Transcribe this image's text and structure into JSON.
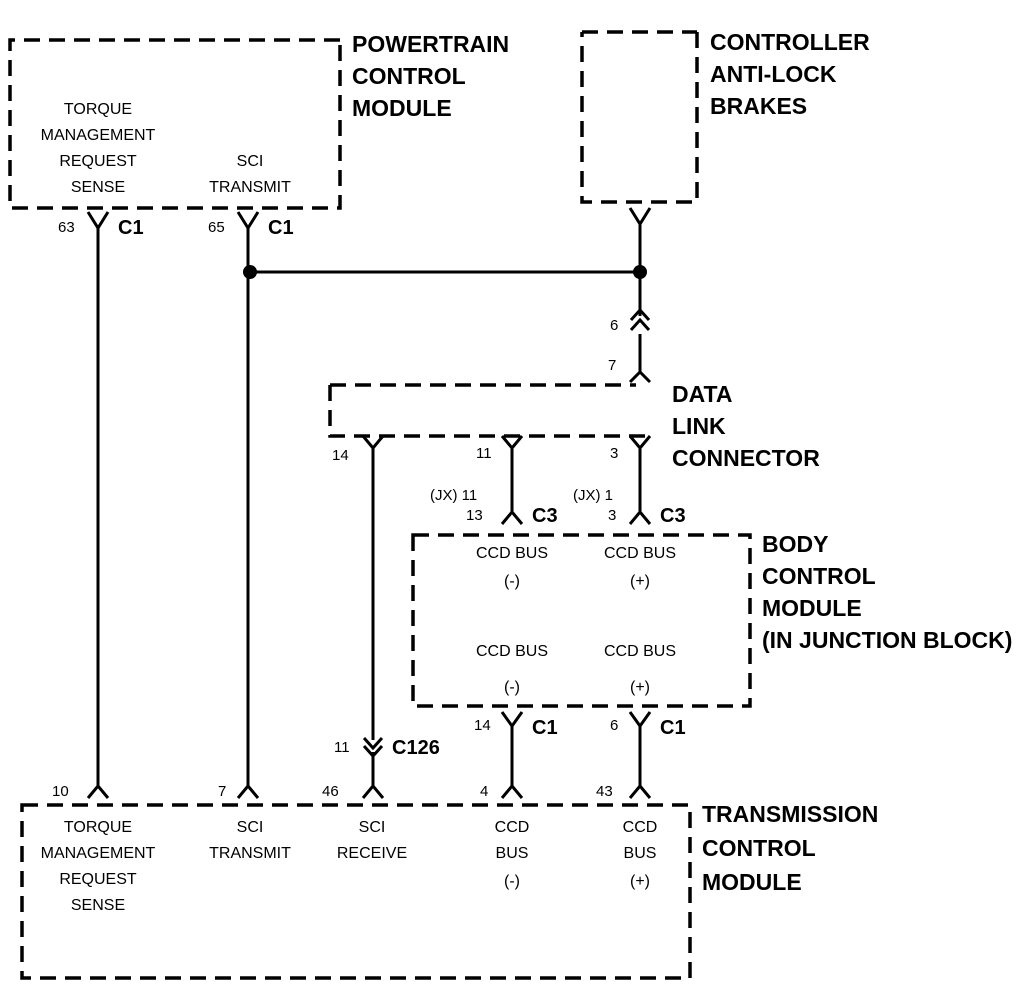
{
  "modules": {
    "pcm": [
      "POWERTRAIN",
      "CONTROL",
      "MODULE"
    ],
    "abs": [
      "CONTROLLER",
      "ANTI-LOCK",
      "BRAKES"
    ],
    "dlc": [
      "DATA",
      "LINK",
      "CONNECTOR"
    ],
    "bcm": [
      "BODY",
      "CONTROL",
      "MODULE",
      "(IN JUNCTION BLOCK)"
    ],
    "tcm": [
      "TRANSMISSION",
      "CONTROL",
      "MODULE"
    ]
  },
  "pcm_signals": {
    "torque": [
      "TORQUE",
      "MANAGEMENT",
      "REQUEST",
      "SENSE"
    ],
    "sci_transmit": [
      "SCI",
      "TRANSMIT"
    ]
  },
  "pcm_pins": {
    "torque": "63",
    "sci": "65",
    "connector": "C1"
  },
  "dlc_pins": {
    "p6": "6",
    "p7": "7",
    "p14": "14",
    "p11": "11",
    "p3": "3"
  },
  "bcm_top": {
    "left_pin": "(JX) 11",
    "left_pin2": "13",
    "right_pin": "(JX) 1",
    "right_pin2": "3",
    "connector": "C3",
    "neg_label": [
      "CCD BUS",
      "(-)"
    ],
    "pos_label": [
      "CCD BUS",
      "(+)"
    ]
  },
  "bcm_bottom": {
    "neg_label": [
      "CCD BUS",
      "(-)"
    ],
    "pos_label": [
      "CCD BUS",
      "(+)"
    ],
    "neg_pin": "14",
    "pos_pin": "6",
    "connector": "C1"
  },
  "inline": {
    "pin": "11",
    "connector": "C126"
  },
  "tcm_pins": {
    "torque": "10",
    "sci_tx": "7",
    "sci_rx": "46",
    "ccd_neg": "4",
    "ccd_pos": "43"
  },
  "tcm_signals": {
    "torque": [
      "TORQUE",
      "MANAGEMENT",
      "REQUEST",
      "SENSE"
    ],
    "sci_tx": [
      "SCI",
      "TRANSMIT"
    ],
    "sci_rx": [
      "SCI",
      "RECEIVE"
    ],
    "ccd_neg": [
      "CCD",
      "BUS",
      "(-)"
    ],
    "ccd_pos": [
      "CCD",
      "BUS",
      "(+)"
    ]
  }
}
